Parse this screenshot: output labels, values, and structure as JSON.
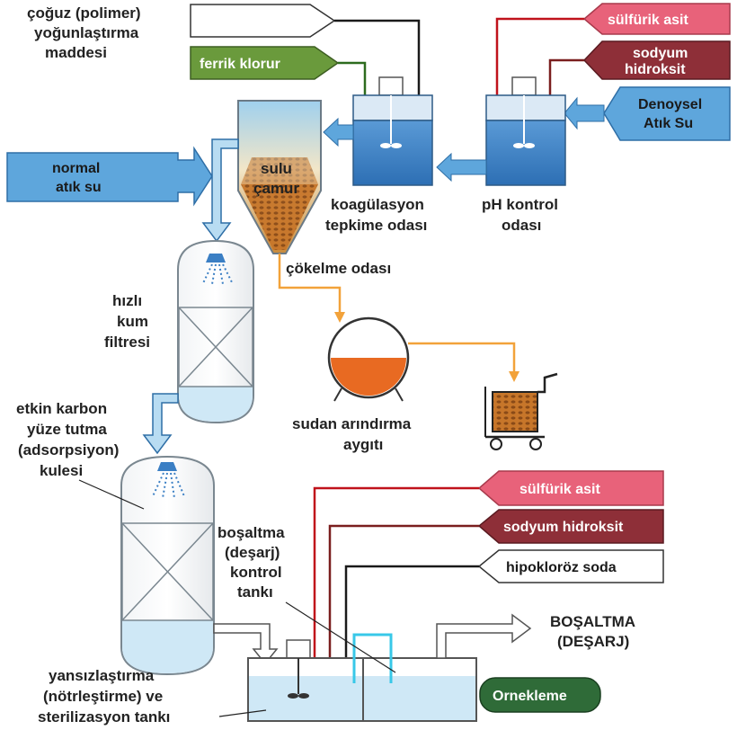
{
  "colors": {
    "red_line": "#c0121b",
    "darkred_line": "#7a1e1e",
    "green_line": "#2d6b1e",
    "black_line": "#1a1a1a",
    "orange_line": "#f2a23a",
    "cyan_line": "#38c8e8",
    "tank_blue": "#3b7fc4",
    "light_water": "#cfe8f6",
    "arrow_blue": "#5ea6dc",
    "sulfuric_tag": "#e8627a",
    "naoh_tag": "#8e2f38",
    "ferric_tag": "#6a9a3c",
    "sampling_tag": "#2f6b38"
  },
  "labels": {
    "polymer": [
      "çoğuz (polimer)",
      "yoğunlaştırma",
      "maddesi"
    ],
    "ferric": "ferrik klorur",
    "sulfuric_top": "sülfürik asit",
    "naoh_top": [
      "sodyum",
      "hidroksit"
    ],
    "wastewater_top": [
      "Denoysel",
      "Atık Su"
    ],
    "normal_water": [
      "normal",
      "atık su"
    ],
    "slurry": [
      "sulu",
      "çamur"
    ],
    "coag": [
      "koagülasyon",
      "tepkime odası"
    ],
    "ph": [
      "pH kontrol",
      "odası"
    ],
    "settling": "çökelme odası",
    "sand_filter": [
      "hızlı",
      "kum",
      "filtresi"
    ],
    "dewater": [
      "sudan arındırma",
      "aygıtı"
    ],
    "carbon": [
      "etkin karbon",
      "yüze tutma",
      "(adsorpsiyon)",
      "kulesi"
    ],
    "discharge_control": [
      "boşaltma",
      "(deşarj)",
      "kontrol",
      "tankı"
    ],
    "neutral": [
      "yansızlaştırma",
      "(nötrleştirme) ve",
      "sterilizasyon tankı"
    ],
    "sulfuric_bottom": "sülfürik asit",
    "naoh_bottom": "sodyum hidroksit",
    "hypochlorite": "hipokloröz soda",
    "discharge_out": [
      "BOŞALTMA",
      "(DEŞARJ)"
    ],
    "sampling": "Ornekleme"
  }
}
